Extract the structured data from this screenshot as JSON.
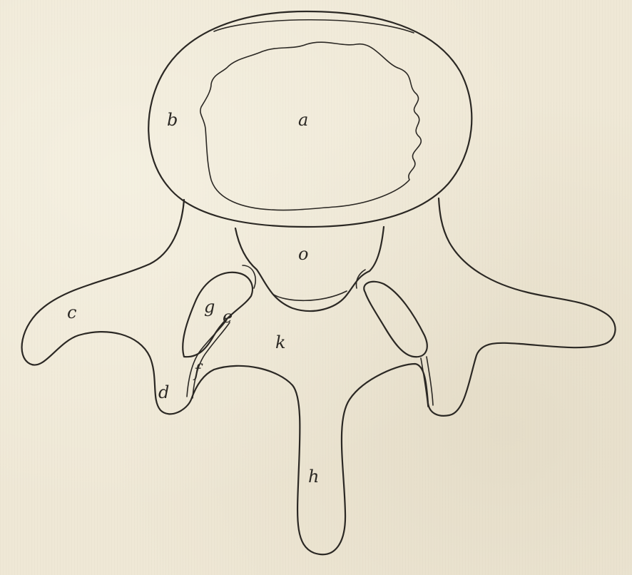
{
  "figure": {
    "labels": {
      "a": "a",
      "b": "b",
      "c": "c",
      "d": "d",
      "e": "e",
      "f": "f",
      "g": "g",
      "h": "h",
      "k": "k",
      "o": "o"
    },
    "colors": {
      "paper": "#efe8d6",
      "ink": "#2b2824"
    }
  }
}
